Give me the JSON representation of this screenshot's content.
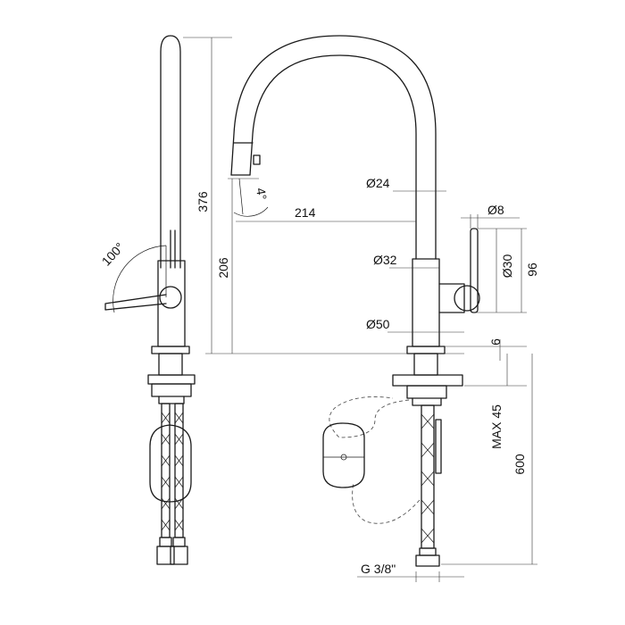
{
  "diagram": {
    "labels": {
      "angle_lever": "100°",
      "angle_spout": "4°",
      "height_total": "376",
      "height_spout": "206",
      "reach": "214",
      "dia_spout": "Ø24",
      "dia_lever": "Ø8",
      "dia_body": "Ø32",
      "dia_handle": "Ø30",
      "height_handle": "96",
      "dia_base": "Ø50",
      "base_height": "6",
      "max_deck": "MAX 45",
      "hose_length": "600",
      "thread": "G 3/8\""
    }
  }
}
